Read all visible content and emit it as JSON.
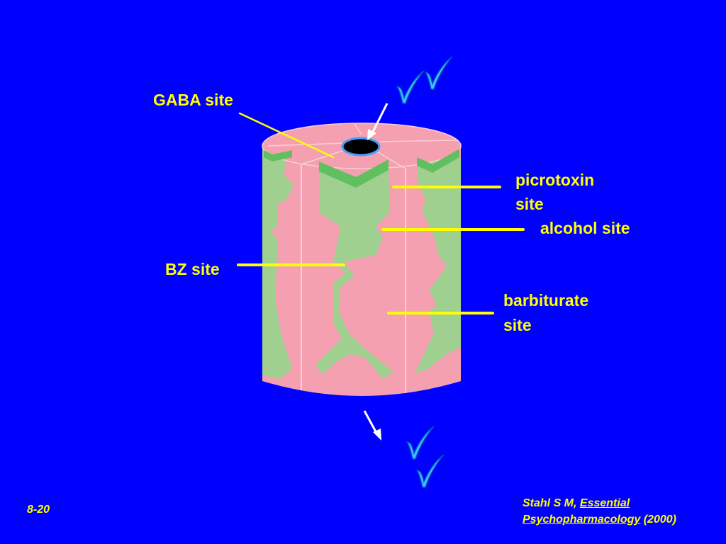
{
  "labels": {
    "gaba": "GABA site",
    "picrotoxin_line1": "picrotoxin",
    "picrotoxin_line2": "site",
    "alcohol": "alcohol site",
    "bz": "BZ site",
    "barbiturate_line1": "barbiturate",
    "barbiturate_line2": "site"
  },
  "footer": {
    "slide_number": "8-20",
    "citation_author": "Stahl S M, ",
    "citation_title_part1": "Essential",
    "citation_title_part2": "Psychopharmacology",
    "citation_year": " (2000)"
  },
  "colors": {
    "background": "#0000ff",
    "label_text": "#ffff00",
    "leader_line": "#ffff00",
    "receptor_pink": "#f4a0b0",
    "receptor_green": "#a0d090",
    "site_green": "#60c060",
    "check_mark": "#40c0ff",
    "arrow": "#ffffff"
  },
  "icons": [
    "check-mark-icon",
    "arrow-icon"
  ]
}
